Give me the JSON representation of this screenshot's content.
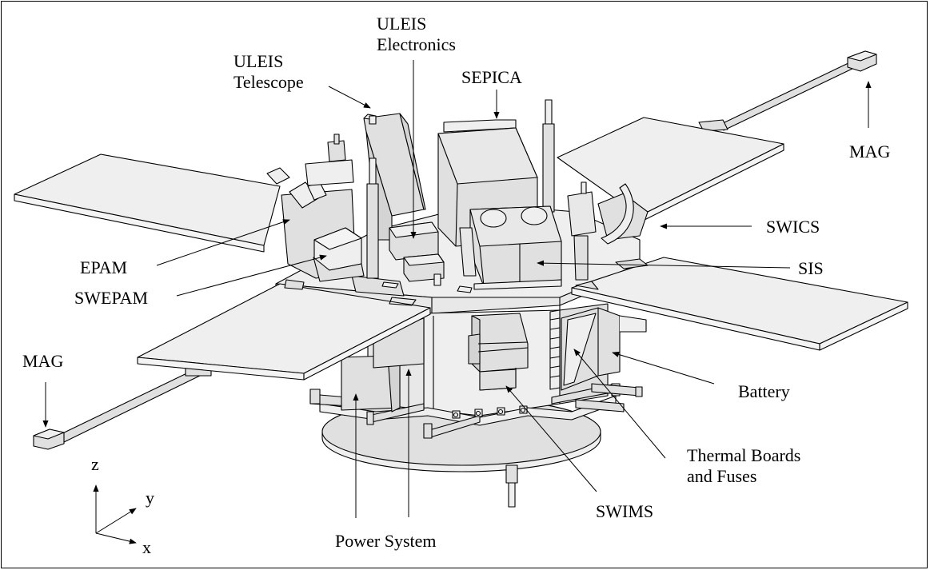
{
  "diagram": {
    "subject": "spacecraft instrument layout",
    "labels": {
      "uleis_electronics": [
        "ULEIS",
        "Electronics"
      ],
      "uleis_telescope": [
        "ULEIS",
        "Telescope"
      ],
      "sepica": "SEPICA",
      "mag_right": "MAG",
      "mag_left": "MAG",
      "swics": "SWICS",
      "sis": "SIS",
      "epam": "EPAM",
      "swepam": "SWEPAM",
      "battery": "Battery",
      "thermal": [
        "Thermal Boards",
        "and Fuses"
      ],
      "swims": "SWIMS",
      "power_system": "Power System"
    },
    "axes": {
      "z": "z",
      "y": "y",
      "x": "x"
    },
    "colors": {
      "line": "#000000",
      "fill_light": "#efefef",
      "fill_mid": "#e0e0e0",
      "fill_dark": "#d4d4d4",
      "background": "#ffffff"
    }
  }
}
